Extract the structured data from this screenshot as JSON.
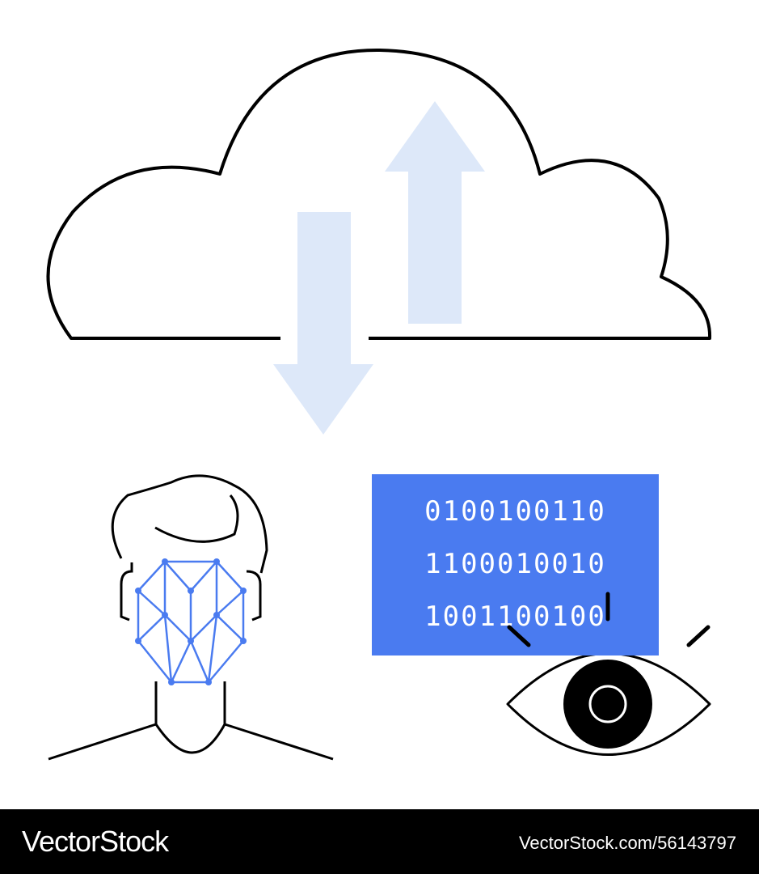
{
  "binary_panel": {
    "rows": [
      "0100100110",
      "1100010010",
      "1001100100"
    ]
  },
  "footer": {
    "brand": "VectorStock",
    "image_id": "VectorStock.com/56143797"
  },
  "colors": {
    "accent_blue": "#4a7bf0",
    "arrow_blue": "#dde8f9",
    "stroke": "#000000",
    "footer_bg": "#000000"
  },
  "icons": [
    "cloud-icon",
    "upload-arrow-icon",
    "download-arrow-icon",
    "face-recognition-icon",
    "eye-icon"
  ]
}
